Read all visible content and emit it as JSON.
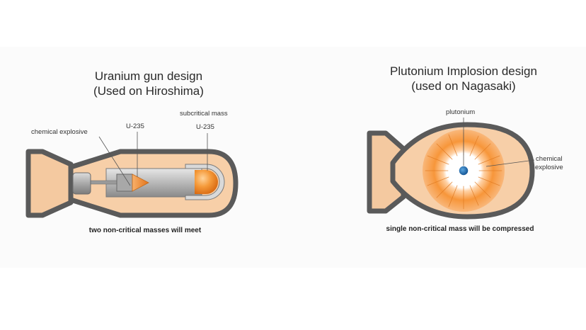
{
  "uranium": {
    "title_line1": "Uranium gun design",
    "title_line2": "(Used on Hiroshima)",
    "label_chemical_explosive": "chemical explosive",
    "label_u235_projectile": "U-235",
    "label_subcritical_mass": "subcritical mass",
    "label_u235_target": "U-235",
    "caption": "two non-critical masses will meet"
  },
  "plutonium": {
    "title_line1": "Plutonium Implosion design",
    "title_line2": "(used on Nagasaki)",
    "label_plutonium": "plutonium",
    "label_chemical_line1": "chemical",
    "label_chemical_line2": "explosive",
    "caption": "single non-critical mass will be compressed"
  },
  "colors": {
    "casing": "#5a5a5a",
    "casing_fill": "#f7cfa8",
    "explosive_orange": "#f58a2a",
    "core_blue": "#1f6fb2",
    "barrel_gray": "#b9b9b9"
  }
}
